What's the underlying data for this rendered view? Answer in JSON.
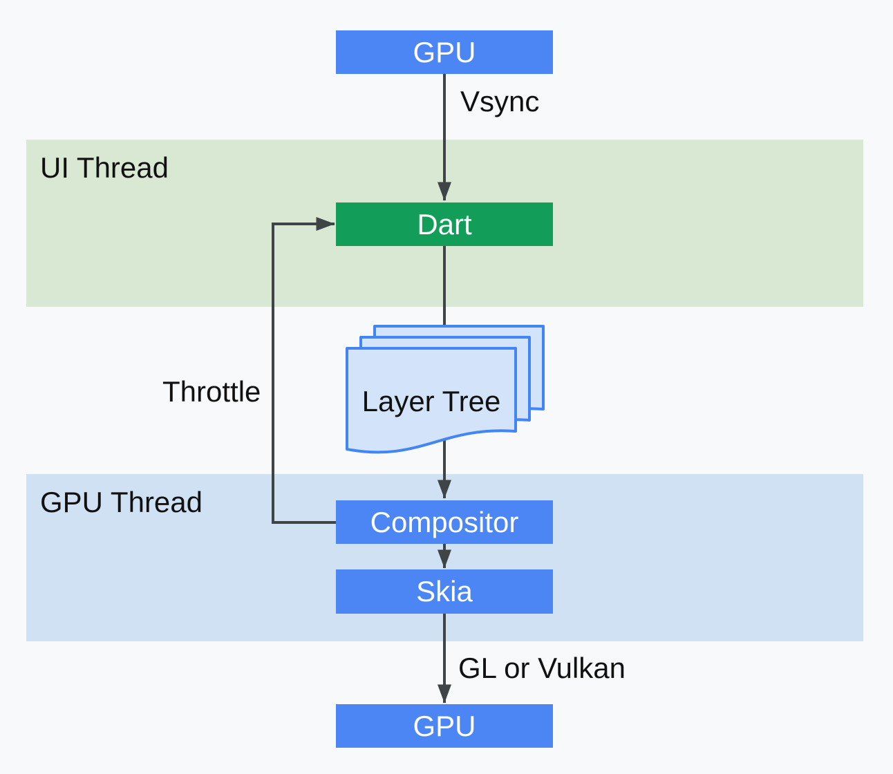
{
  "diagram": {
    "bands": [
      {
        "id": "ui-thread",
        "label": "UI Thread"
      },
      {
        "id": "gpu-thread",
        "label": "GPU Thread"
      }
    ],
    "nodes": [
      {
        "id": "gpu-top",
        "label": "GPU",
        "shape": "rectangle",
        "color": "#4b86f4"
      },
      {
        "id": "dart",
        "label": "Dart",
        "shape": "rectangle",
        "color": "#129d58"
      },
      {
        "id": "layer-tree",
        "label": "Layer Tree",
        "shape": "multi-document",
        "color": "#d3e3fa"
      },
      {
        "id": "compositor",
        "label": "Compositor",
        "shape": "rectangle",
        "color": "#4b86f4"
      },
      {
        "id": "skia",
        "label": "Skia",
        "shape": "rectangle",
        "color": "#4b86f4"
      },
      {
        "id": "gpu-bottom",
        "label": "GPU",
        "shape": "rectangle",
        "color": "#4b86f4"
      }
    ],
    "edges": [
      {
        "from": "gpu-top",
        "to": "dart",
        "label": "Vsync"
      },
      {
        "from": "dart",
        "to": "compositor",
        "label": ""
      },
      {
        "from": "compositor",
        "to": "dart",
        "label": "Throttle"
      },
      {
        "from": "compositor",
        "to": "skia",
        "label": ""
      },
      {
        "from": "skia",
        "to": "gpu-bottom",
        "label": "GL or Vulkan"
      }
    ],
    "colors": {
      "background": "#f8f9fa",
      "node_blue": "#4b86f4",
      "node_green": "#129d58",
      "band_green": "#d8e8d2",
      "band_blue": "#cfe1f3",
      "document_fill": "#d3e3fa",
      "document_stroke": "#4285f4",
      "arrow": "#3f4447",
      "text_dark": "#111111",
      "text_light": "#ffffff"
    }
  }
}
